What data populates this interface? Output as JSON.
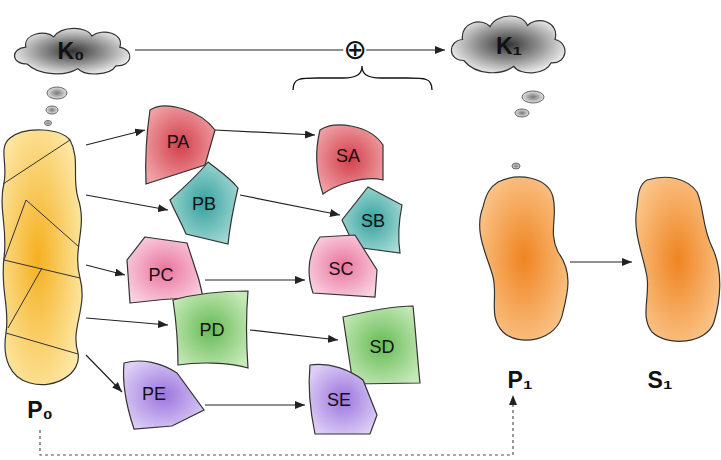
{
  "diagram": {
    "nodes": [
      {
        "text": [
          "K₀"
        ]
      },
      {
        "text": [
          "K₁"
        ]
      },
      {
        "text": [
          "P₀"
        ]
      },
      {
        "text": [
          "PA"
        ]
      },
      {
        "text": [
          "SA"
        ]
      },
      {
        "text": [
          "PB"
        ]
      },
      {
        "text": [
          "SB"
        ]
      },
      {
        "text": [
          "PC"
        ]
      },
      {
        "text": [
          "SC"
        ]
      },
      {
        "text": [
          "PD"
        ]
      },
      {
        "text": [
          "SD"
        ]
      },
      {
        "text": [
          "PE"
        ]
      },
      {
        "text": [
          "SE"
        ]
      },
      {
        "text": [
          "P₁"
        ]
      },
      {
        "text": [
          "S₁"
        ]
      }
    ],
    "edges": [
      {
        "from": 0,
        "to": 1,
        "arrow": "to",
        "label": "⊕"
      },
      {
        "from": 2,
        "to": 3,
        "arrow": "to"
      },
      {
        "from": 2,
        "to": 5,
        "arrow": "to"
      },
      {
        "from": 2,
        "to": 7,
        "arrow": "to"
      },
      {
        "from": 2,
        "to": 9,
        "arrow": "to"
      },
      {
        "from": 2,
        "to": 11,
        "arrow": "to"
      },
      {
        "from": 3,
        "to": 4,
        "arrow": "to"
      },
      {
        "from": 5,
        "to": 6,
        "arrow": "to"
      },
      {
        "from": 7,
        "to": 8,
        "arrow": "to"
      },
      {
        "from": 9,
        "to": 10,
        "arrow": "to"
      },
      {
        "from": 11,
        "to": 12,
        "arrow": "to"
      },
      {
        "from": 2,
        "to": 13,
        "arrow": "to"
      },
      {
        "from": 13,
        "to": 14,
        "arrow": "to"
      }
    ]
  }
}
